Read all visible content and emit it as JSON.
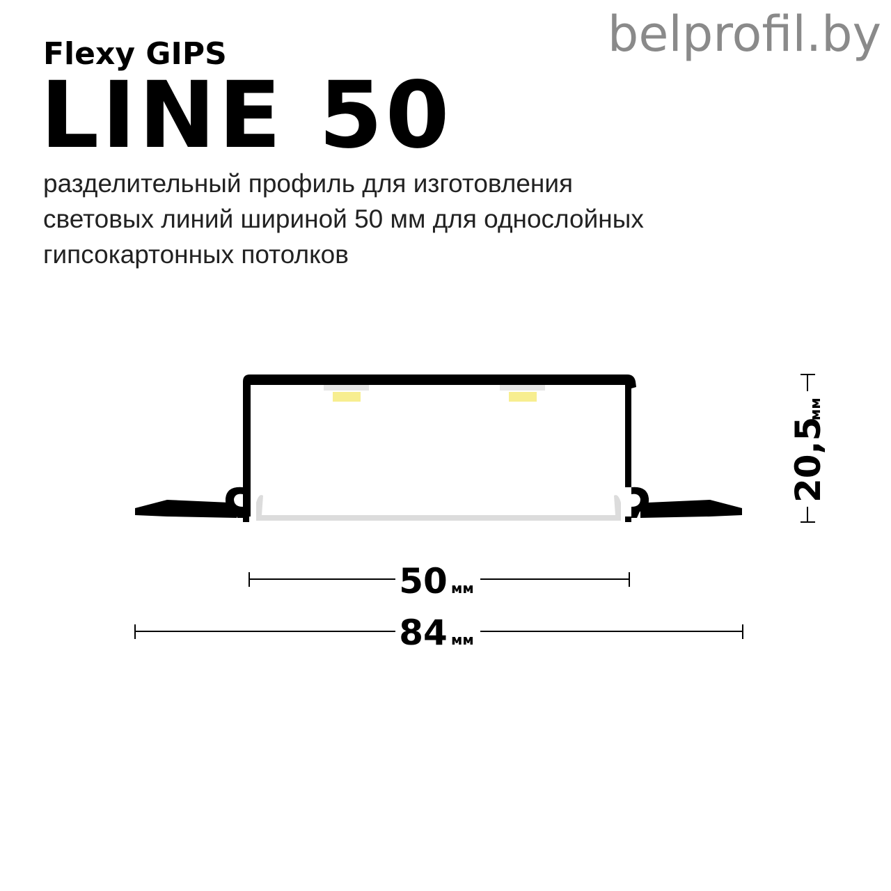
{
  "header": {
    "watermark": "belprofil.by",
    "brand": "Flexy GIPS",
    "model": "LINE 50",
    "description_lines": [
      "разделительный профиль для изготовления",
      "световых линий шириной 50 мм для однослойных",
      "гипсокартонных потолков"
    ]
  },
  "dimensions": {
    "inner_width": {
      "value": "50",
      "unit": "мм"
    },
    "total_width": {
      "value": "84",
      "unit": "мм"
    },
    "height": {
      "value": "20,5",
      "unit": "мм"
    }
  },
  "colors": {
    "profile": "#000000",
    "led": "#f7ee90",
    "led_base": "#e6e6e6",
    "diffuser": "#dcdcdc",
    "watermark": "#8a8a8a"
  }
}
